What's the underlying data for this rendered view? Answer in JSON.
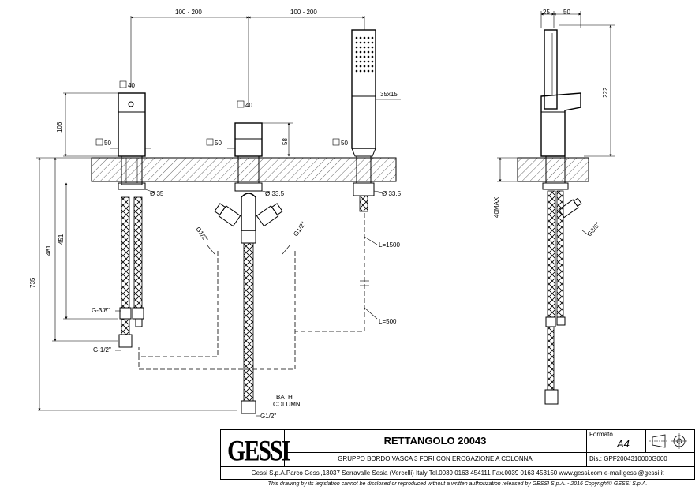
{
  "dimensions": {
    "top_left_span": "100 - 200",
    "top_right_span": "100 - 200",
    "mixer_square": "40",
    "mixer_height": "106",
    "mixer_base_square": "50",
    "mixer_shank_dia": "Ø 35",
    "diverter_square": "40",
    "diverter_base_square": "50",
    "diverter_height": "58",
    "diverter_shank_dia": "Ø 33.5",
    "diverter_left_thread": "G1/2\"",
    "diverter_right_thread": "G1/2\"",
    "shower_section": "35x15",
    "shower_base_square": "50",
    "shower_shank_dia": "Ø 33.5",
    "hose_long": "L=1500",
    "hose_short": "L=500",
    "overall_735": "735",
    "overall_481": "481",
    "overall_451": "451",
    "thread_38": "G-3/8\"",
    "thread_12": "G-1/2\"",
    "bath_column_line1": "BATH",
    "bath_column_line2": "COLUMN",
    "bottom_thread": "G1/2\"",
    "side_25": "25",
    "side_50": "50",
    "side_222": "222",
    "side_40max": "40MAX",
    "side_thread": "G3/8\""
  },
  "titleblock": {
    "logo": "GESSI",
    "title": "RETTANGOLO 20043",
    "subtitle": "GRUPPO BORDO VASCA 3 FORI CON EROGAZIONE A COLONNA",
    "format_label": "Formato",
    "format_value": "A4",
    "dis": "Dis.: GPF2004310000G000",
    "address": "Gessi S.p.A.Parco Gessi,13037 Serravalle Sesia (Vercelli) Italy Tel.0039 0163 454111 Fax.0039 0163 453150 www.gessi.com e-mail:gessi@gessi.it",
    "notice": "This drawing by its legislation cannot be disclosed or reproduced without a written authorization released by GESSI S.p.A. - 2016 Copyright© GESSI S.p.A."
  }
}
